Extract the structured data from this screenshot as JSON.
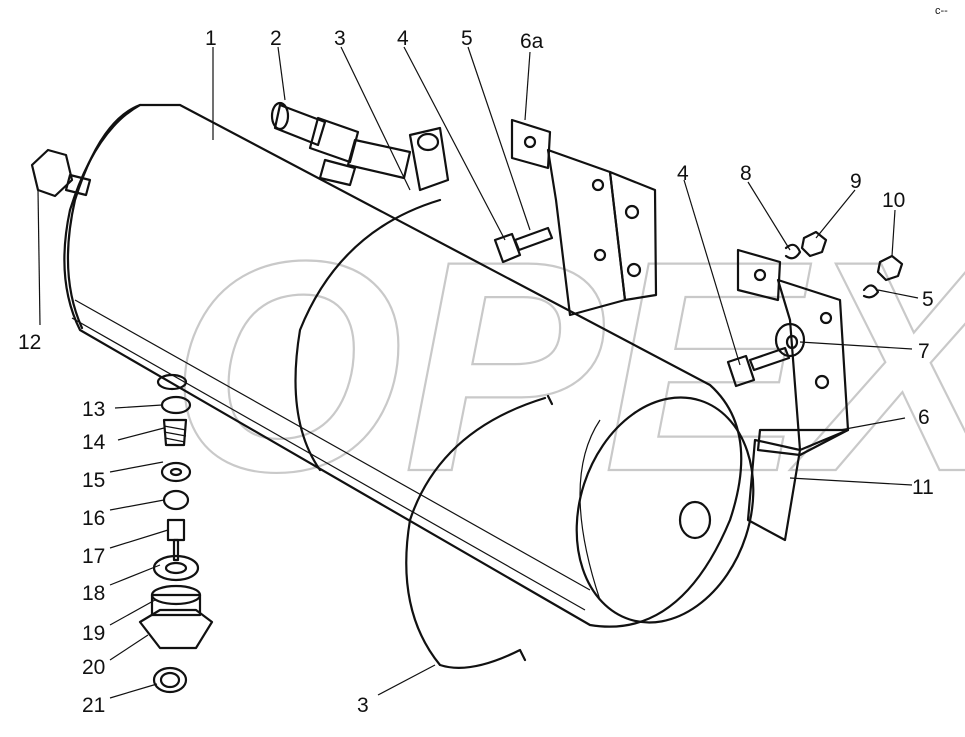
{
  "labels": {
    "l1": "1",
    "l2": "2",
    "l3a": "3",
    "l4a": "4",
    "l5a": "5",
    "l6a": "6a",
    "l4b": "4",
    "l8": "8",
    "l9": "9",
    "l10": "10",
    "l5b": "5",
    "l7": "7",
    "l6": "6",
    "l11": "11",
    "l12": "12",
    "l13": "13",
    "l14": "14",
    "l15": "15",
    "l16": "16",
    "l17": "17",
    "l18": "18",
    "l19": "19",
    "l20": "20",
    "l21": "21",
    "l3b": "3"
  },
  "watermark": {
    "text": "OPEX"
  },
  "corner_mark": "c--"
}
